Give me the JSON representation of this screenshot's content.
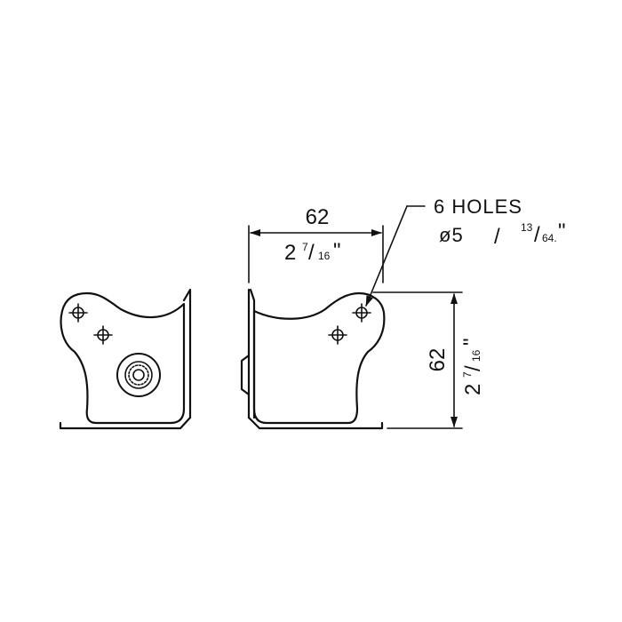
{
  "note": {
    "line1": "6 HOLES",
    "line2_diameter": "ø5",
    "line2_sep": "/",
    "line2_frac_num": "13",
    "line2_frac_slash": "/",
    "line2_frac_den": "64.",
    "line2_inch": "\""
  },
  "dim_width": {
    "mm": "62",
    "inch_whole": "2",
    "frac_num": "7",
    "frac_slash": "/",
    "frac_den": "16",
    "inch_mark": "\""
  },
  "dim_height": {
    "mm": "62",
    "inch_whole": "2",
    "frac_num": "7",
    "frac_slash": "/",
    "frac_den": "16",
    "inch_mark": "\""
  },
  "colors": {
    "line": "#111111",
    "background": "#ffffff"
  }
}
